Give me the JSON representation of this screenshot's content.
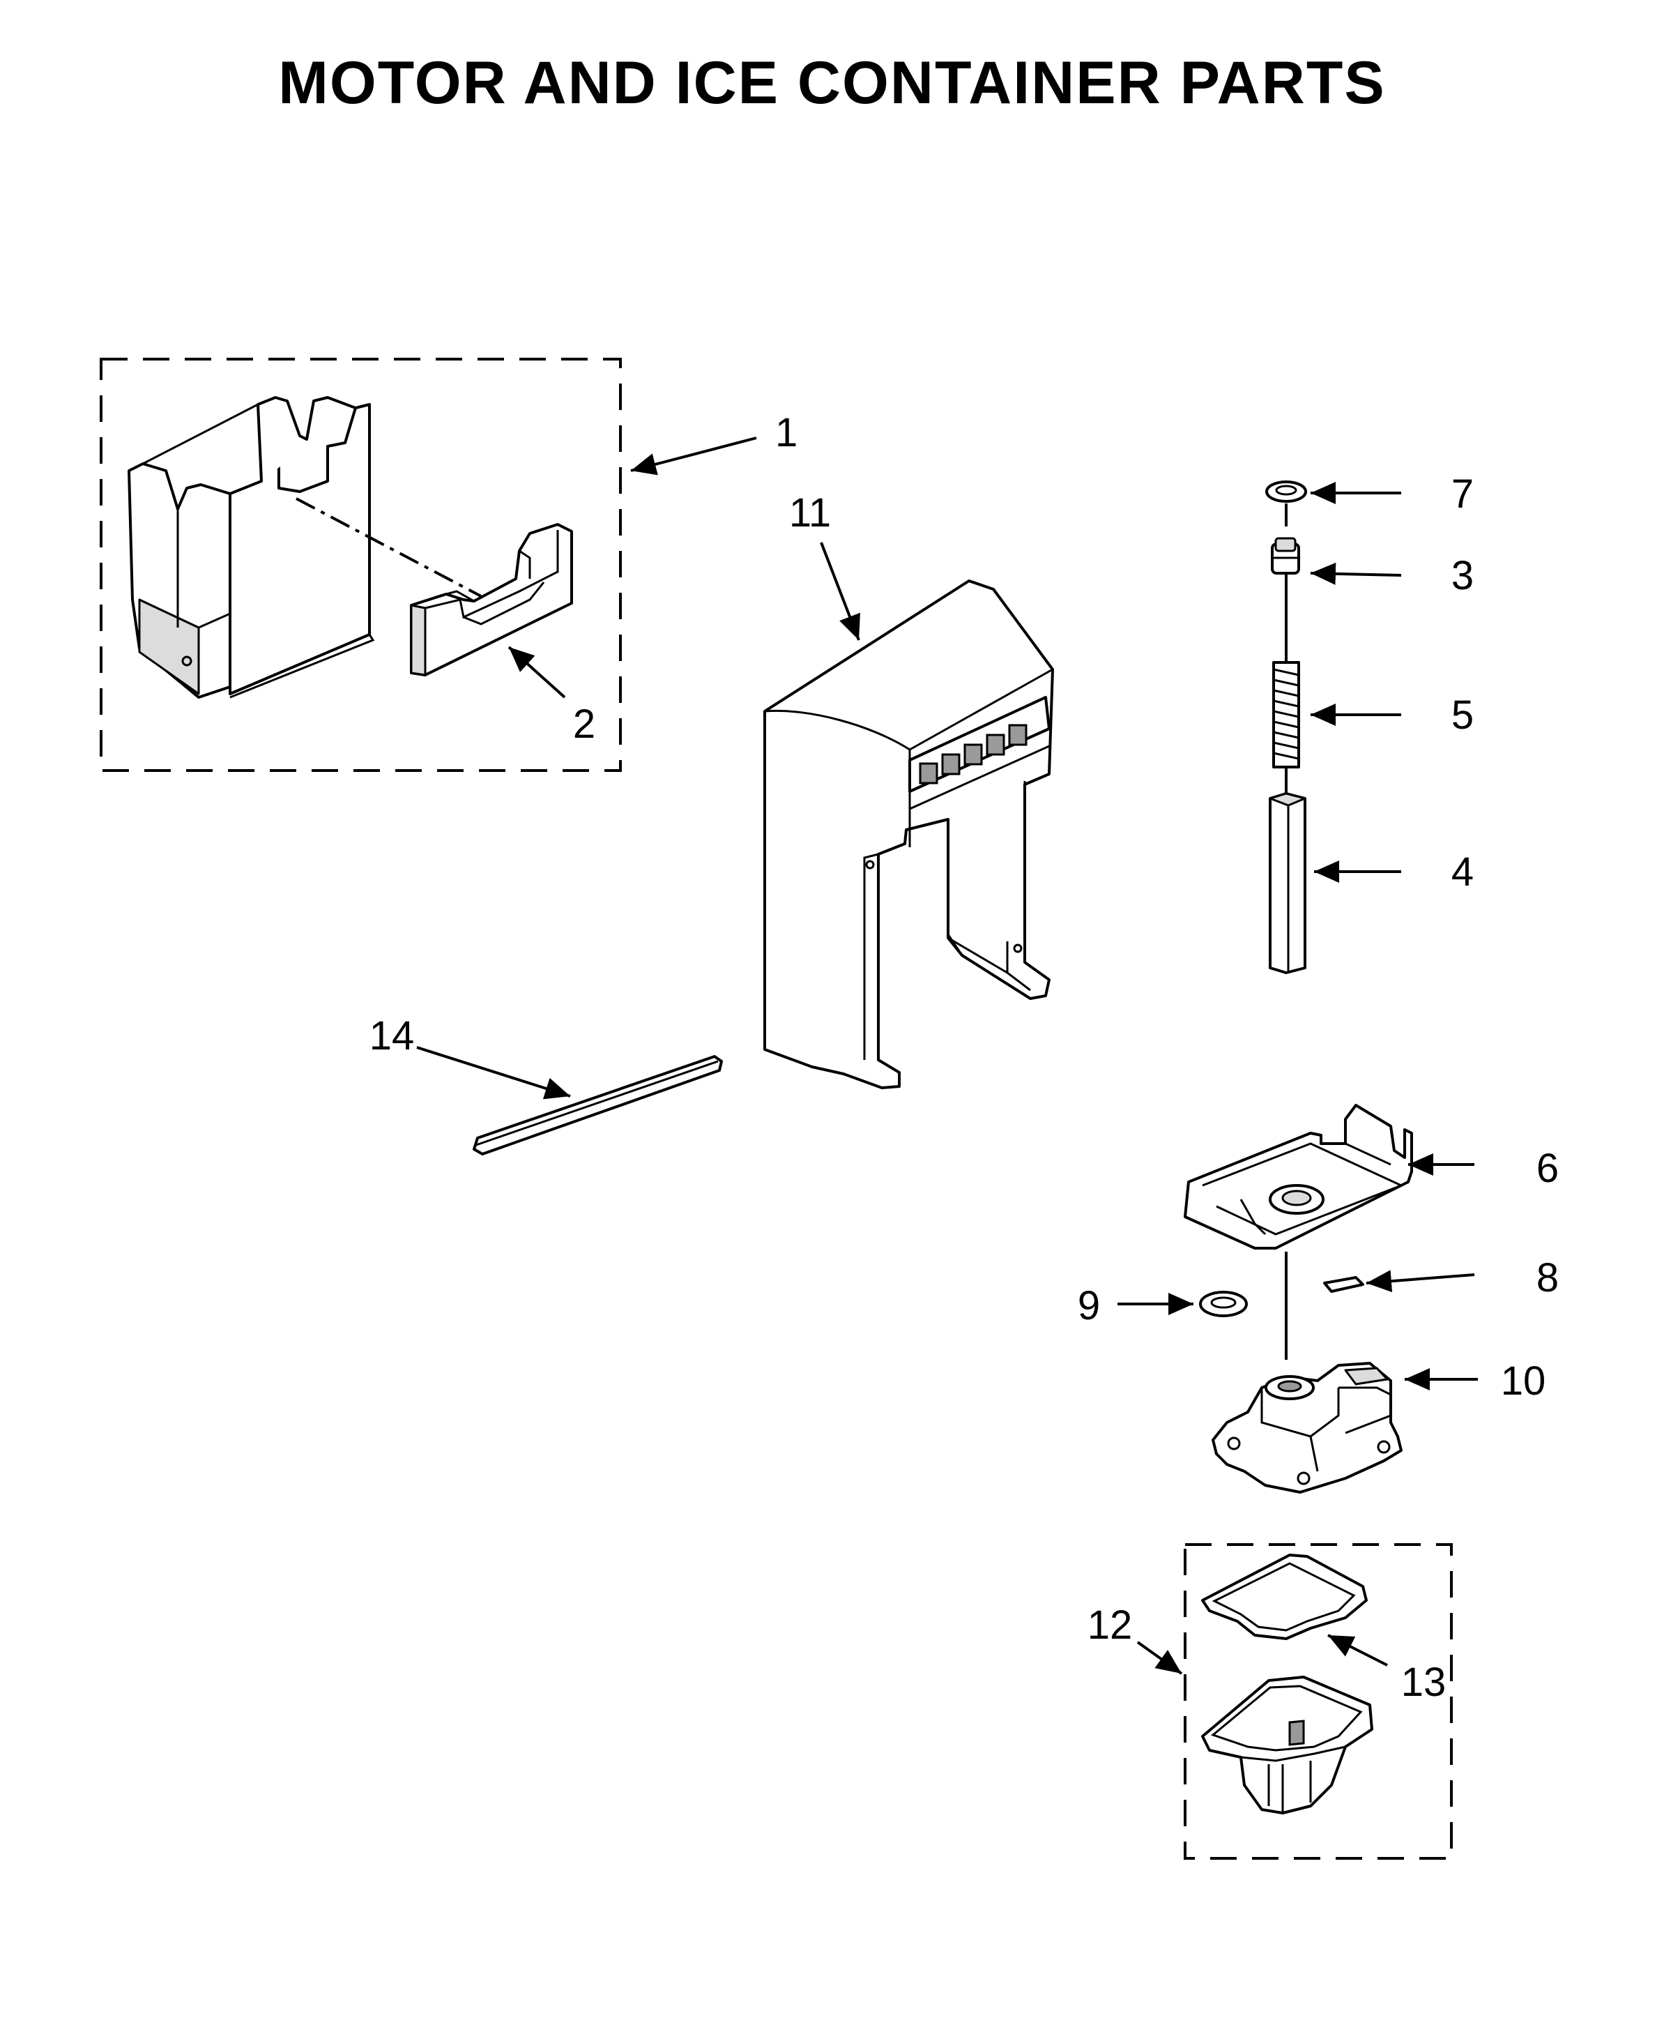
{
  "title": "MOTOR AND ICE CONTAINER PARTS",
  "callouts": {
    "c1": "1",
    "c2": "2",
    "c3": "3",
    "c4": "4",
    "c5": "5",
    "c6": "6",
    "c7": "7",
    "c8": "8",
    "c9": "9",
    "c10": "10",
    "c11": "11",
    "c12": "12",
    "c13": "13",
    "c14": "14"
  }
}
